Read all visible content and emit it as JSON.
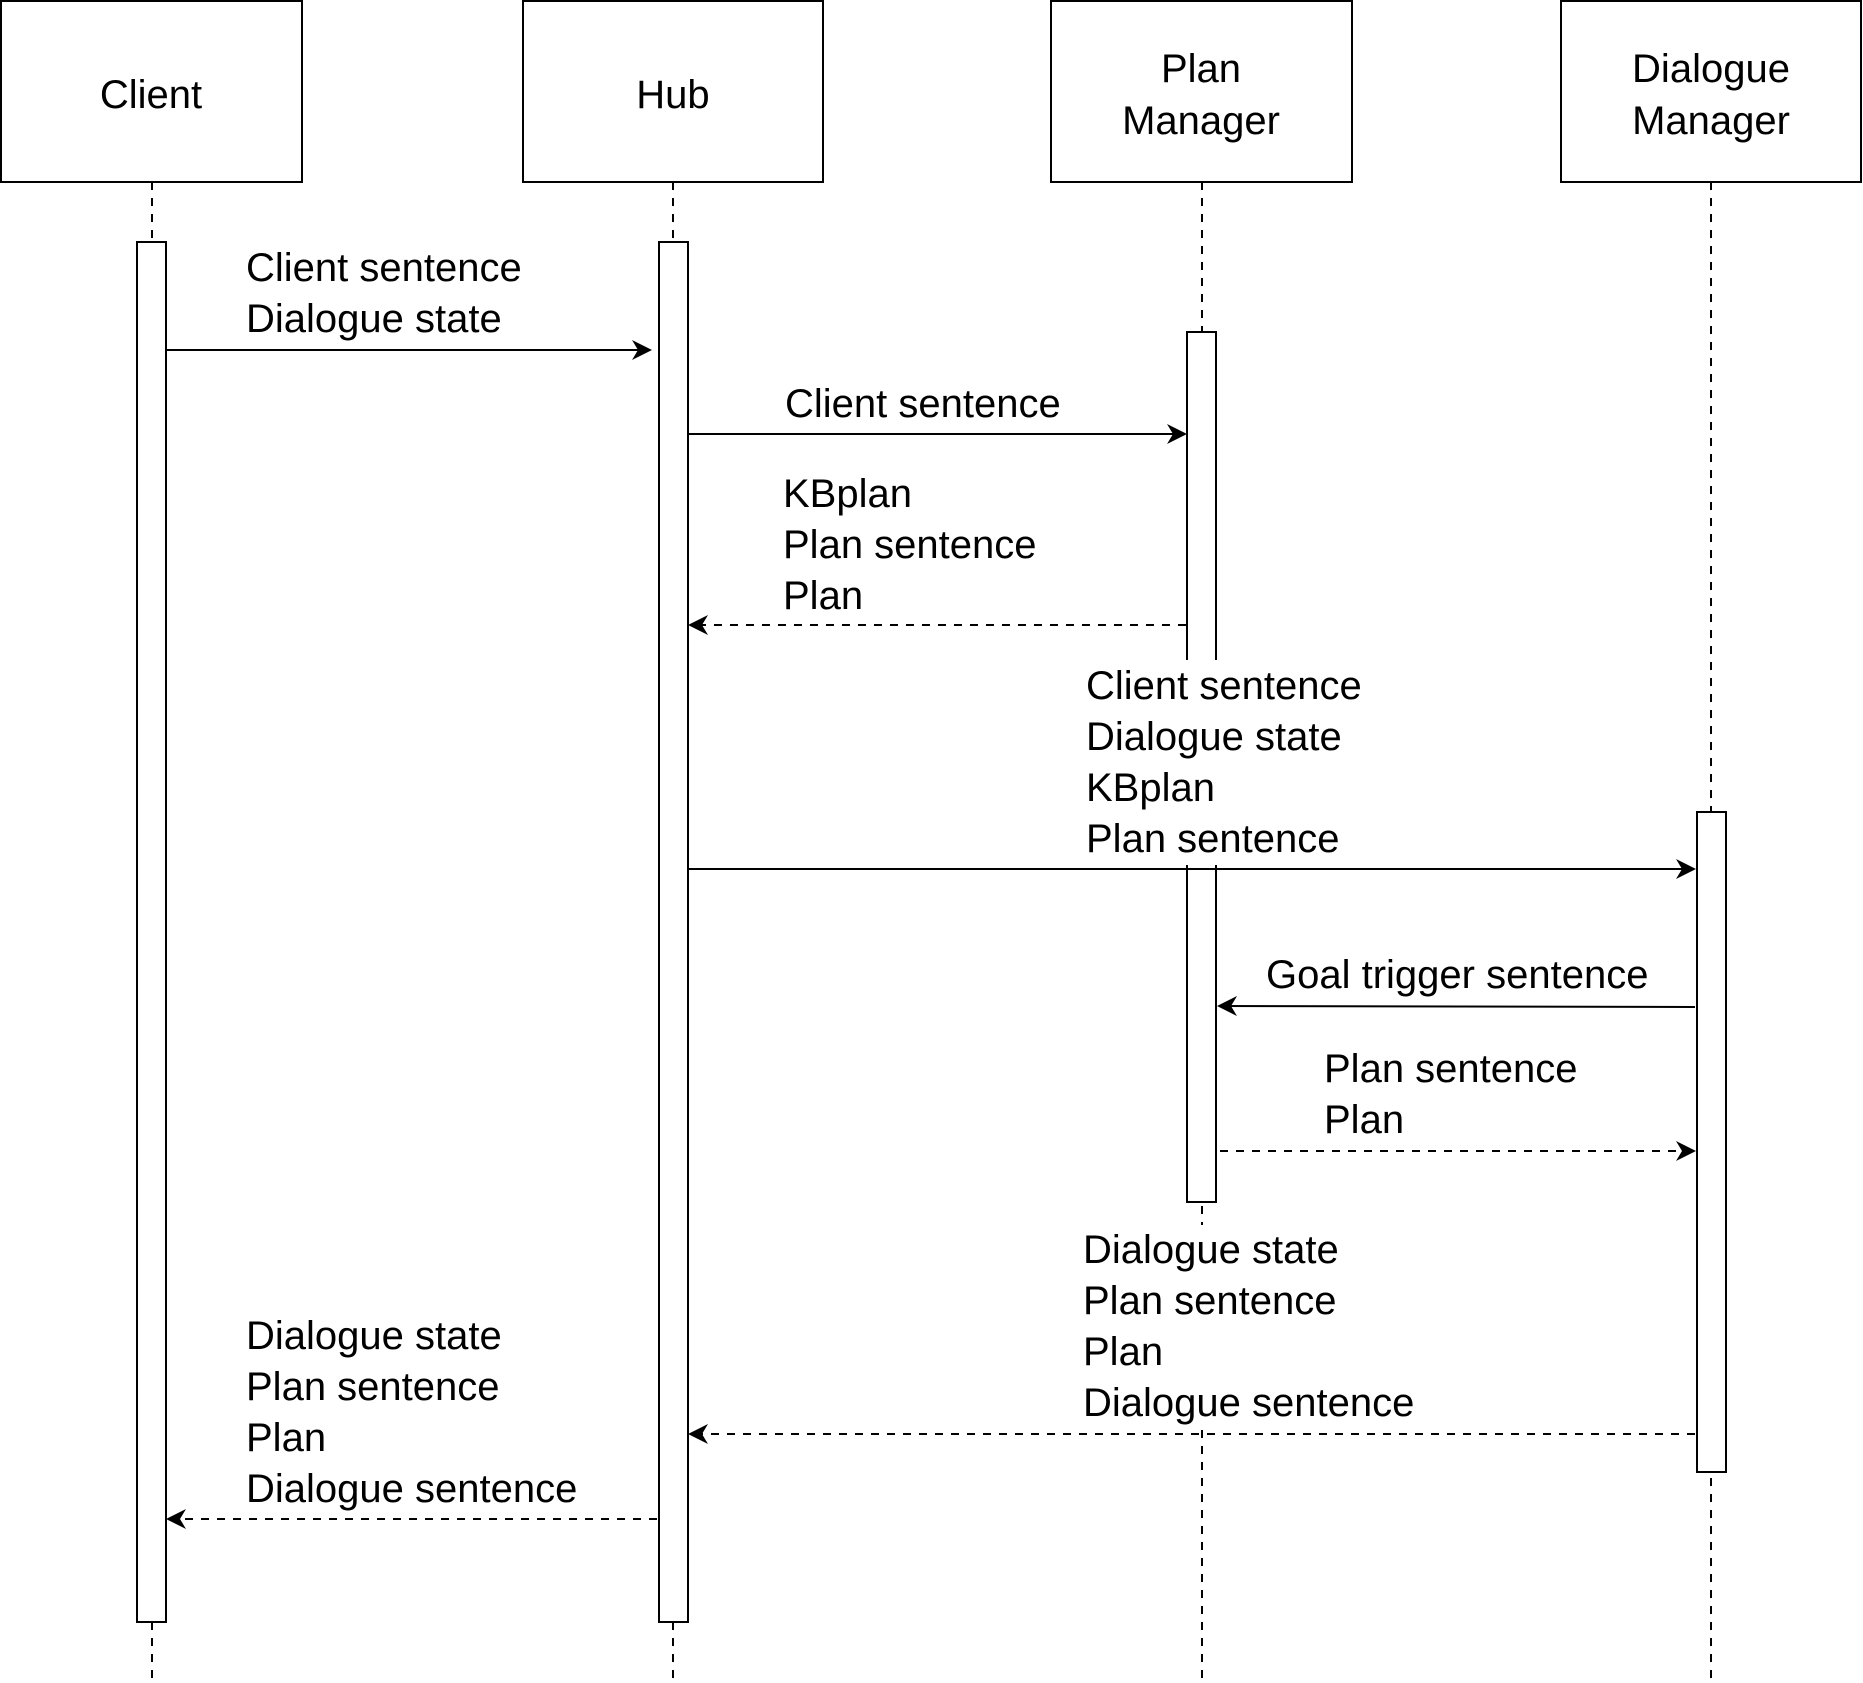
{
  "participants": [
    {
      "id": "client",
      "lines": [
        "Client"
      ]
    },
    {
      "id": "hub",
      "lines": [
        "Hub"
      ]
    },
    {
      "id": "plan-manager",
      "lines": [
        "Plan",
        "Manager"
      ]
    },
    {
      "id": "dialogue-manager",
      "lines": [
        "Dialogue",
        "Manager"
      ]
    }
  ],
  "messages": [
    {
      "id": "client-to-hub",
      "from": "client",
      "to": "hub",
      "style": "solid",
      "lines": [
        "Client sentence",
        "Dialogue state"
      ]
    },
    {
      "id": "hub-to-plan-manager",
      "from": "hub",
      "to": "plan-manager",
      "style": "solid",
      "lines": [
        "Client sentence"
      ]
    },
    {
      "id": "plan-manager-to-hub",
      "from": "plan-manager",
      "to": "hub",
      "style": "dashed",
      "lines": [
        "KBplan",
        "Plan sentence",
        "Plan"
      ]
    },
    {
      "id": "hub-to-dialogue-manager",
      "from": "hub",
      "to": "dialogue-manager",
      "style": "solid",
      "lines": [
        "Client sentence",
        "Dialogue state",
        "KBplan",
        "Plan sentence"
      ]
    },
    {
      "id": "dialogue-manager-to-plan-manager",
      "from": "dialogue-manager",
      "to": "plan-manager",
      "style": "solid",
      "lines": [
        "Goal trigger sentence"
      ]
    },
    {
      "id": "plan-manager-to-dialogue-manager",
      "from": "plan-manager",
      "to": "dialogue-manager",
      "style": "dashed",
      "lines": [
        "Plan sentence",
        "Plan"
      ]
    },
    {
      "id": "dialogue-manager-to-hub",
      "from": "dialogue-manager",
      "to": "hub",
      "style": "dashed",
      "lines": [
        "Dialogue state",
        "Plan sentence",
        "Plan",
        "Dialogue sentence"
      ]
    },
    {
      "id": "hub-to-client",
      "from": "hub",
      "to": "client",
      "style": "dashed",
      "lines": [
        "Dialogue state",
        "Plan sentence",
        "Plan",
        "Dialogue sentence"
      ]
    }
  ],
  "colors": {
    "stroke": "#000000",
    "background": "#ffffff"
  }
}
